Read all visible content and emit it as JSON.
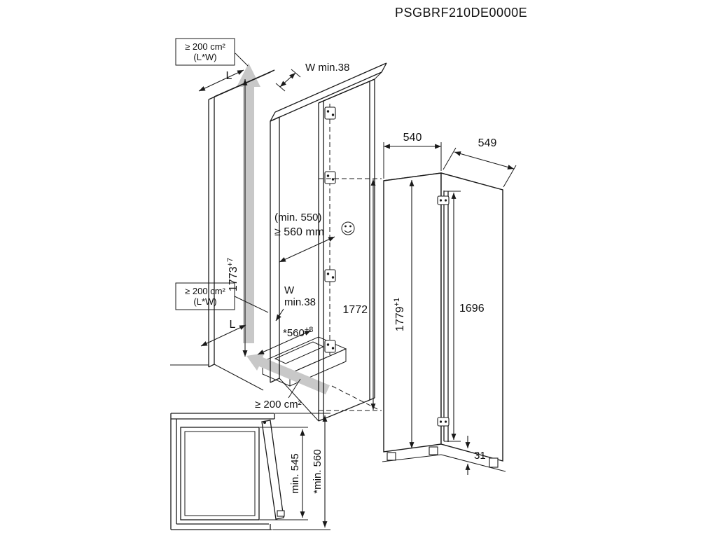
{
  "title": "PSGBRF210DE0000E",
  "niche": {
    "vent_top": {
      "line1": "≥ 200 cm²",
      "line2": "(L*W)"
    },
    "vent_mid": {
      "line1": "≥ 200 cm²",
      "line2": "(L*W)"
    },
    "vent_bottom": "≥ 200 cm²",
    "length_top": "L",
    "length_mid": "L",
    "wall_top": "W min.38",
    "wall_mid_line1": "W",
    "wall_mid_line2": "min.38",
    "depth_note": "(min. 550)",
    "depth_value": "≥ 560 mm",
    "height_value": "1773",
    "height_tol": "+7",
    "width_value": "*560",
    "width_tol": "+8",
    "inner_height": "1772"
  },
  "appliance": {
    "width": "540",
    "depth": "549",
    "height_value": "1779",
    "height_tol": "+1",
    "door_height": "1696",
    "foot_height": "31"
  },
  "plan": {
    "depth_min": "min. 545",
    "depth_total": "*min. 560"
  }
}
